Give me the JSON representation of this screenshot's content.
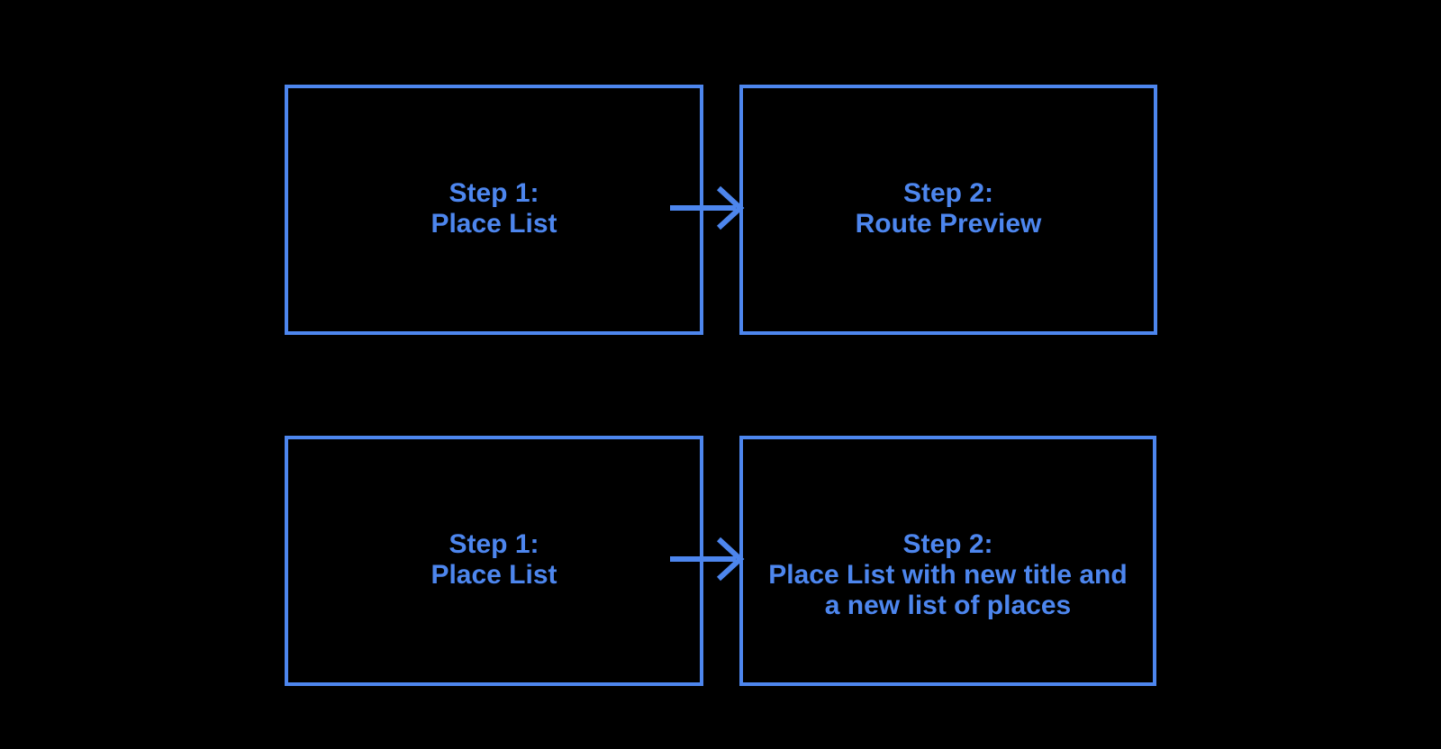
{
  "canvas": {
    "background_color": "#000000",
    "accent_color": "#4D86EE"
  },
  "diagrams": [
    {
      "name": "flow-1",
      "from": {
        "lines": [
          "Step 1:",
          "Place List"
        ]
      },
      "connector_icon": "arrow-right-icon",
      "to": {
        "lines": [
          "Step 2:",
          "Route Preview"
        ]
      }
    },
    {
      "name": "flow-2",
      "from": {
        "lines": [
          "Step 1:",
          "Place List"
        ]
      },
      "connector_icon": "arrow-right-icon",
      "to": {
        "lines": [
          "Step 2:",
          "Place List with new title and",
          "a new list of places"
        ]
      }
    }
  ]
}
